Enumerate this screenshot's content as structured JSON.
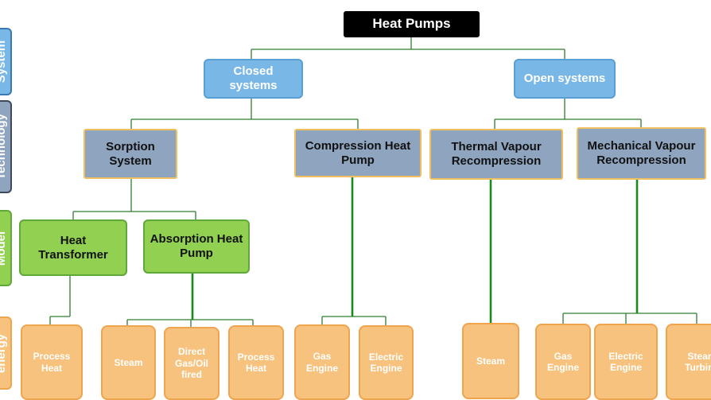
{
  "title": "Heat Pumps",
  "side_labels": [
    "System",
    "Technology",
    "Model",
    "energy"
  ],
  "system": {
    "closed": "Closed systems",
    "open": "Open systems"
  },
  "technology": {
    "sorption": "Sorption System",
    "compression": "Compression Heat Pump",
    "thermal_vapour": "Thermal Vapour Recompression",
    "mechanical_vapour": "Mechanical Vapour Recompression"
  },
  "model": {
    "heat_transformer": "Heat Transformer",
    "absorption": "Absorption Heat Pump"
  },
  "energy": {
    "process_heat_1": "Process Heat",
    "steam_1": "Steam",
    "direct_fired": "Direct Gas/Oil fired",
    "process_heat_2": "Process Heat",
    "gas_engine_1": "Gas Engine",
    "electric_engine_1": "Electric Engine",
    "steam_2": "Steam",
    "gas_engine_2": "Gas Engine",
    "electric_engine_2": "Electric Engine",
    "steam_turbine": "Steam Turbine"
  },
  "colors": {
    "connector": "#2e7d32",
    "thick_connector": "#1a8a1a",
    "system": "#79b8e6",
    "technology": "#8fa4be",
    "model": "#91d050",
    "energy": "#f7c27d"
  }
}
